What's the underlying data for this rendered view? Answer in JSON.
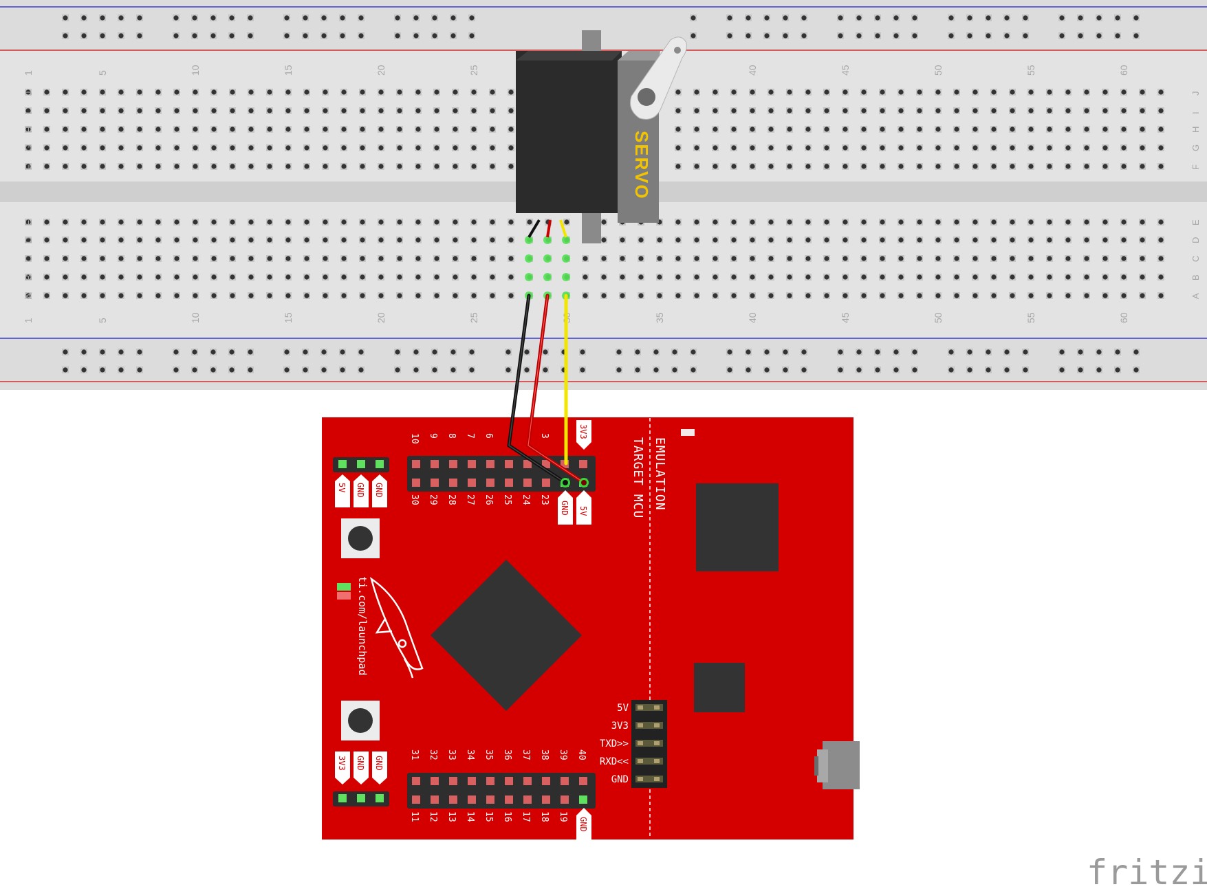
{
  "breadboard": {
    "column_labels": [
      "1",
      "5",
      "10",
      "15",
      "20",
      "25",
      "30",
      "35",
      "40",
      "45",
      "50",
      "55",
      "60"
    ],
    "row_labels_top": [
      "J",
      "I",
      "H",
      "G",
      "F"
    ],
    "row_labels_bottom": [
      "E",
      "D",
      "C",
      "B",
      "A"
    ]
  },
  "servo": {
    "label": "SERVO",
    "wires": [
      {
        "name": "ground",
        "color": "#111111"
      },
      {
        "name": "power",
        "color": "#cc0000"
      },
      {
        "name": "signal",
        "color": "#f2e600"
      }
    ]
  },
  "board": {
    "color": "#d40000",
    "section_labels": [
      "EMULATION",
      "TARGET MCU"
    ],
    "url_text": "ti.com/launchpad",
    "top_header_upper_labels": [
      "10",
      "9",
      "8",
      "7",
      "6",
      "",
      "",
      "3",
      "",
      ""
    ],
    "top_header_lower_labels": [
      "30",
      "29",
      "28",
      "27",
      "26",
      "25",
      "24",
      "23",
      "",
      ""
    ],
    "top_header_tag_top": "3V3",
    "top_header_tag_gnd": "GND",
    "top_header_tag_5v": "5V",
    "bottom_header_upper_labels": [
      "31",
      "32",
      "33",
      "34",
      "35",
      "36",
      "37",
      "38",
      "39",
      "40"
    ],
    "bottom_header_lower_labels": [
      "11",
      "12",
      "13",
      "14",
      "15",
      "16",
      "17",
      "18",
      "19",
      ""
    ],
    "bottom_header_tag_gnd": "GND",
    "left_power_top": [
      "5V",
      "GND",
      "GND"
    ],
    "left_power_bottom": [
      "3V3",
      "GND",
      "GND"
    ],
    "uart_labels": [
      "5V",
      "3V3",
      "TXD>>",
      "RXD<<",
      "GND"
    ]
  },
  "watermark": "fritzing"
}
